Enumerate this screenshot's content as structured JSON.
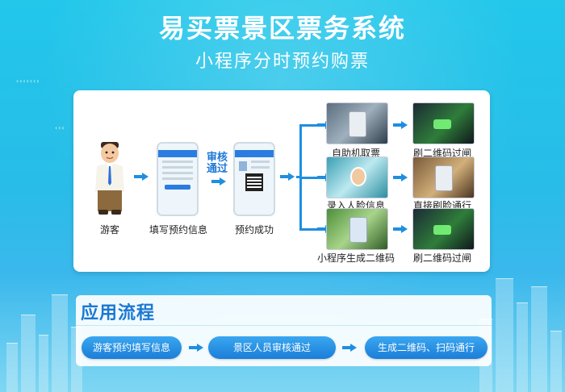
{
  "header": {
    "title": "易买票景区票务系统",
    "subtitle": "小程序分时预约购票"
  },
  "diagram": {
    "nodes": {
      "visitor": "游客",
      "fill_info": "填写预约信息",
      "review_pass": "审核通过",
      "booking_success": "预约成功"
    },
    "branches": [
      {
        "entry": "自助机取票",
        "result": "刷二维码过闸"
      },
      {
        "entry": "录入人脸信息",
        "result": "直接刷脸通行"
      },
      {
        "entry": "小程序生成二维码",
        "result": "刷二维码过闸"
      }
    ]
  },
  "process": {
    "title": "应用流程",
    "steps": [
      "游客预约填写信息",
      "景区人员审核通过",
      "生成二维码、扫码通行"
    ]
  },
  "colors": {
    "accent": "#1e8fe0",
    "button": "#1b7ed8",
    "title_blue": "#1b78d2"
  }
}
